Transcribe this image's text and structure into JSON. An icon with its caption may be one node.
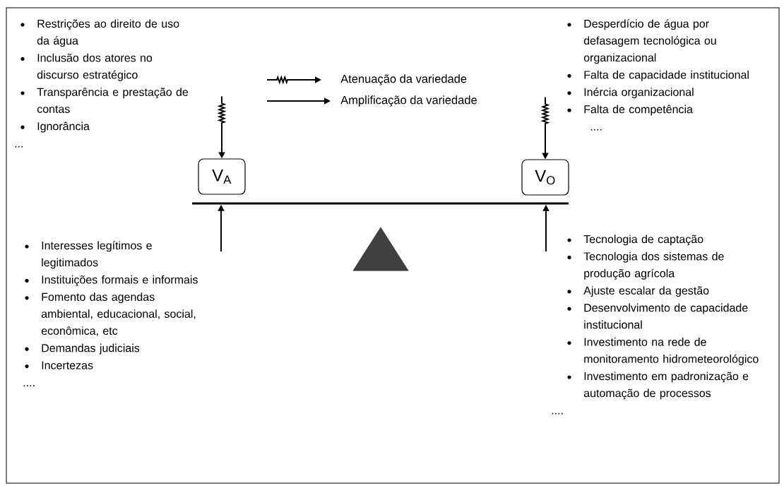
{
  "diagram": {
    "nodes": [
      {
        "text": [
          "V$_{A}$"
        ]
      },
      {
        "text": [
          "V$_{O}$"
        ]
      },
      {
        "text": [],
        "shape": "bar"
      },
      {
        "text": [],
        "shape": "triangle"
      }
    ],
    "edges": [
      {
        "from": null,
        "to": 0,
        "arrow": "to"
      },
      {
        "from": null,
        "to": 1,
        "arrow": "to"
      },
      {
        "from": null,
        "to": 2,
        "arrow": "to"
      },
      {
        "from": null,
        "to": 2,
        "arrow": "to"
      }
    ],
    "labels": [
      "Restrições ao direito de uso da água",
      "Inclusão dos atores no discurso estratégico",
      "Transparência e prestação de contas",
      "Ignorância",
      "...",
      "Desperdício de água por defasagem tecnológica ou organizacional",
      "Falta de capacidade institucional",
      "Inércia organizacional",
      "Falta de competência",
      "....",
      "Interesses legítimos e legitimados",
      "Instituições formais e informais",
      "Fomento das agendas ambiental, educacional, social, econômica, etc",
      "Demandas judiciais",
      "Incertezas",
      "....",
      "Tecnologia de captação",
      "Tecnologia dos sistemas de produção agrícola",
      "Ajuste escalar da gestão",
      "Desenvolvimento de capacidade institucional",
      "Investimento na rede de monitoramento hidrometeorológico",
      "Investimento em padronização e automação de processos",
      "...."
    ],
    "legend": [
      {
        "text": "Atenuação da variedade"
      },
      {
        "text": "Amplificação da variedade"
      }
    ]
  }
}
